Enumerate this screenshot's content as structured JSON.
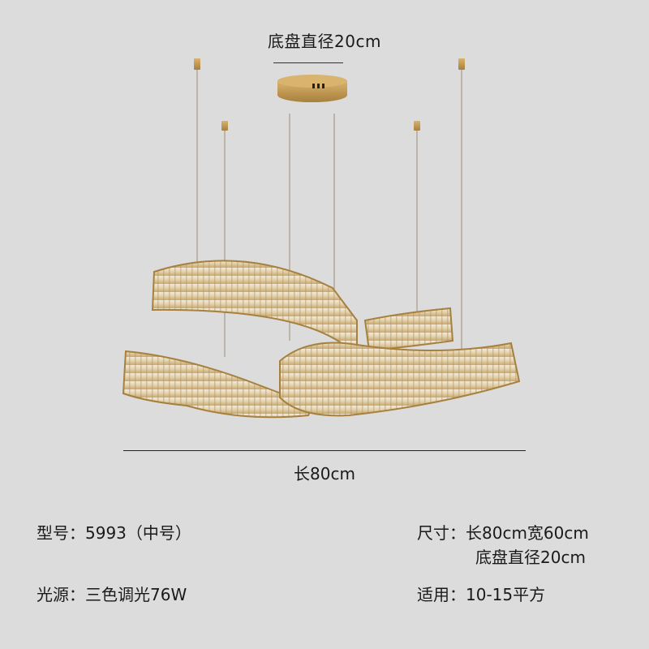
{
  "dimensions": {
    "base_diameter": "底盘直径20cm",
    "length": "长80cm"
  },
  "specs": {
    "model": {
      "label": "型号：",
      "value": "5993（中号）"
    },
    "light_source": {
      "label": "光源：",
      "value": "三色调光76W"
    },
    "size": {
      "label": "尺寸：",
      "value": "长80cm宽60cm",
      "value2": "底盘直径20cm"
    },
    "applicable": {
      "label": "适用：",
      "value": "10-15平方"
    }
  },
  "colors": {
    "background": "#dcdcdc",
    "gold": "#c9a15a",
    "crystal": "#e8dcc0",
    "text": "#1a1a1a"
  }
}
